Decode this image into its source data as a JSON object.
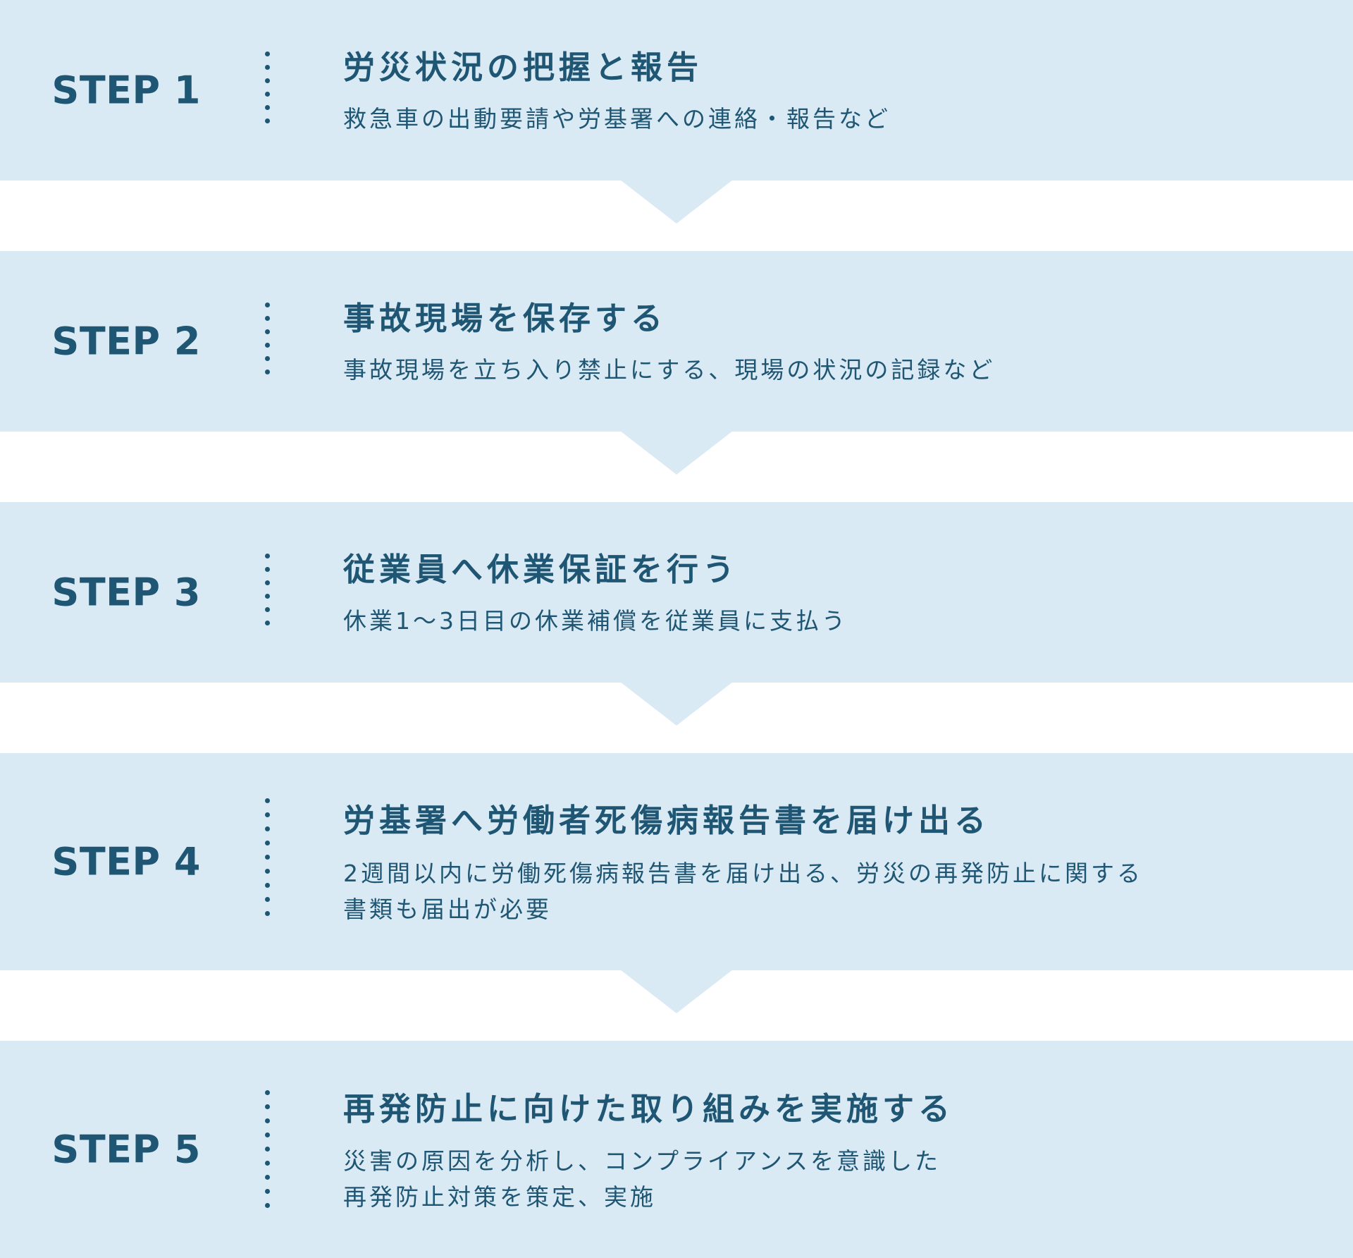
{
  "colors": {
    "band": "#daeaf4",
    "text": "#1f5673",
    "background": "#ffffff"
  },
  "steps": [
    {
      "label": "STEP 1",
      "title": "労災状況の把握と報告",
      "desc": [
        "救急車の出動要請や労基署への連絡・報告など"
      ]
    },
    {
      "label": "STEP 2",
      "title": "事故現場を保存する",
      "desc": [
        "事故現場を立ち入り禁止にする、現場の状況の記録など"
      ]
    },
    {
      "label": "STEP 3",
      "title": "従業員へ休業保証を行う",
      "desc": [
        "休業1〜3日目の休業補償を従業員に支払う"
      ]
    },
    {
      "label": "STEP 4",
      "title": "労基署へ労働者死傷病報告書を届け出る",
      "desc": [
        "2週間以内に労働死傷病報告書を届け出る、労災の再発防止に関する",
        "書類も届出が必要"
      ]
    },
    {
      "label": "STEP 5",
      "title": "再発防止に向けた取り組みを実施する",
      "desc": [
        "災害の原因を分析し、コンプライアンスを意識した",
        "再発防止対策を策定、実施"
      ]
    }
  ]
}
